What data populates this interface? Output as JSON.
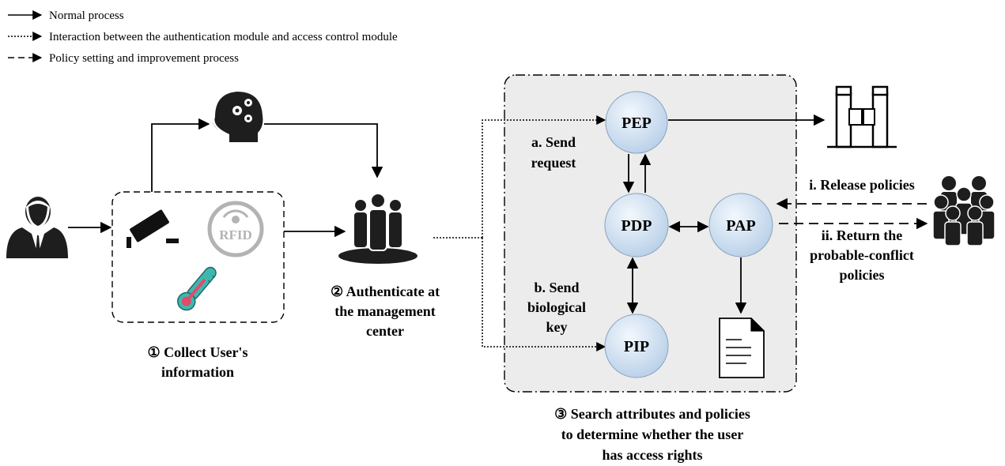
{
  "legend": {
    "normal": "Normal process",
    "interaction": "Interaction between the authentication module and access control module",
    "policy": "Policy setting and improvement process"
  },
  "nodes": {
    "pep": "PEP",
    "pdp": "PDP",
    "pap": "PAP",
    "pip": "PIP"
  },
  "sensors": {
    "rfid": "RFID"
  },
  "steps": {
    "collect": [
      "① Collect User's",
      "information"
    ],
    "authenticate": [
      "② Authenticate at",
      "the management",
      "center"
    ],
    "search": [
      "③ Search attributes and policies",
      "to determine whether the user",
      "has access rights"
    ]
  },
  "edges": {
    "send_request": [
      "a. Send",
      "request"
    ],
    "send_key": [
      "b. Send",
      "biological",
      "key"
    ],
    "release": "i. Release policies",
    "return": [
      "ii. Return the",
      "probable-conflict",
      "policies"
    ]
  },
  "icons": {
    "user": "user-icon",
    "brain": "brain-gears-icon",
    "camera": "camera-icon",
    "rfid": "rfid-icon",
    "thermometer": "thermometer-icon",
    "center": "group-icon",
    "gate": "gate-icon",
    "crowd": "crowd-icon",
    "document": "document-icon"
  },
  "colors": {
    "node_fill_top": "#eef4fb",
    "node_fill_bottom": "#bcd3ea",
    "panel_fill": "#ececec",
    "thermo": "#3fb7b0",
    "thermo_bulb": "#e24b6a"
  }
}
